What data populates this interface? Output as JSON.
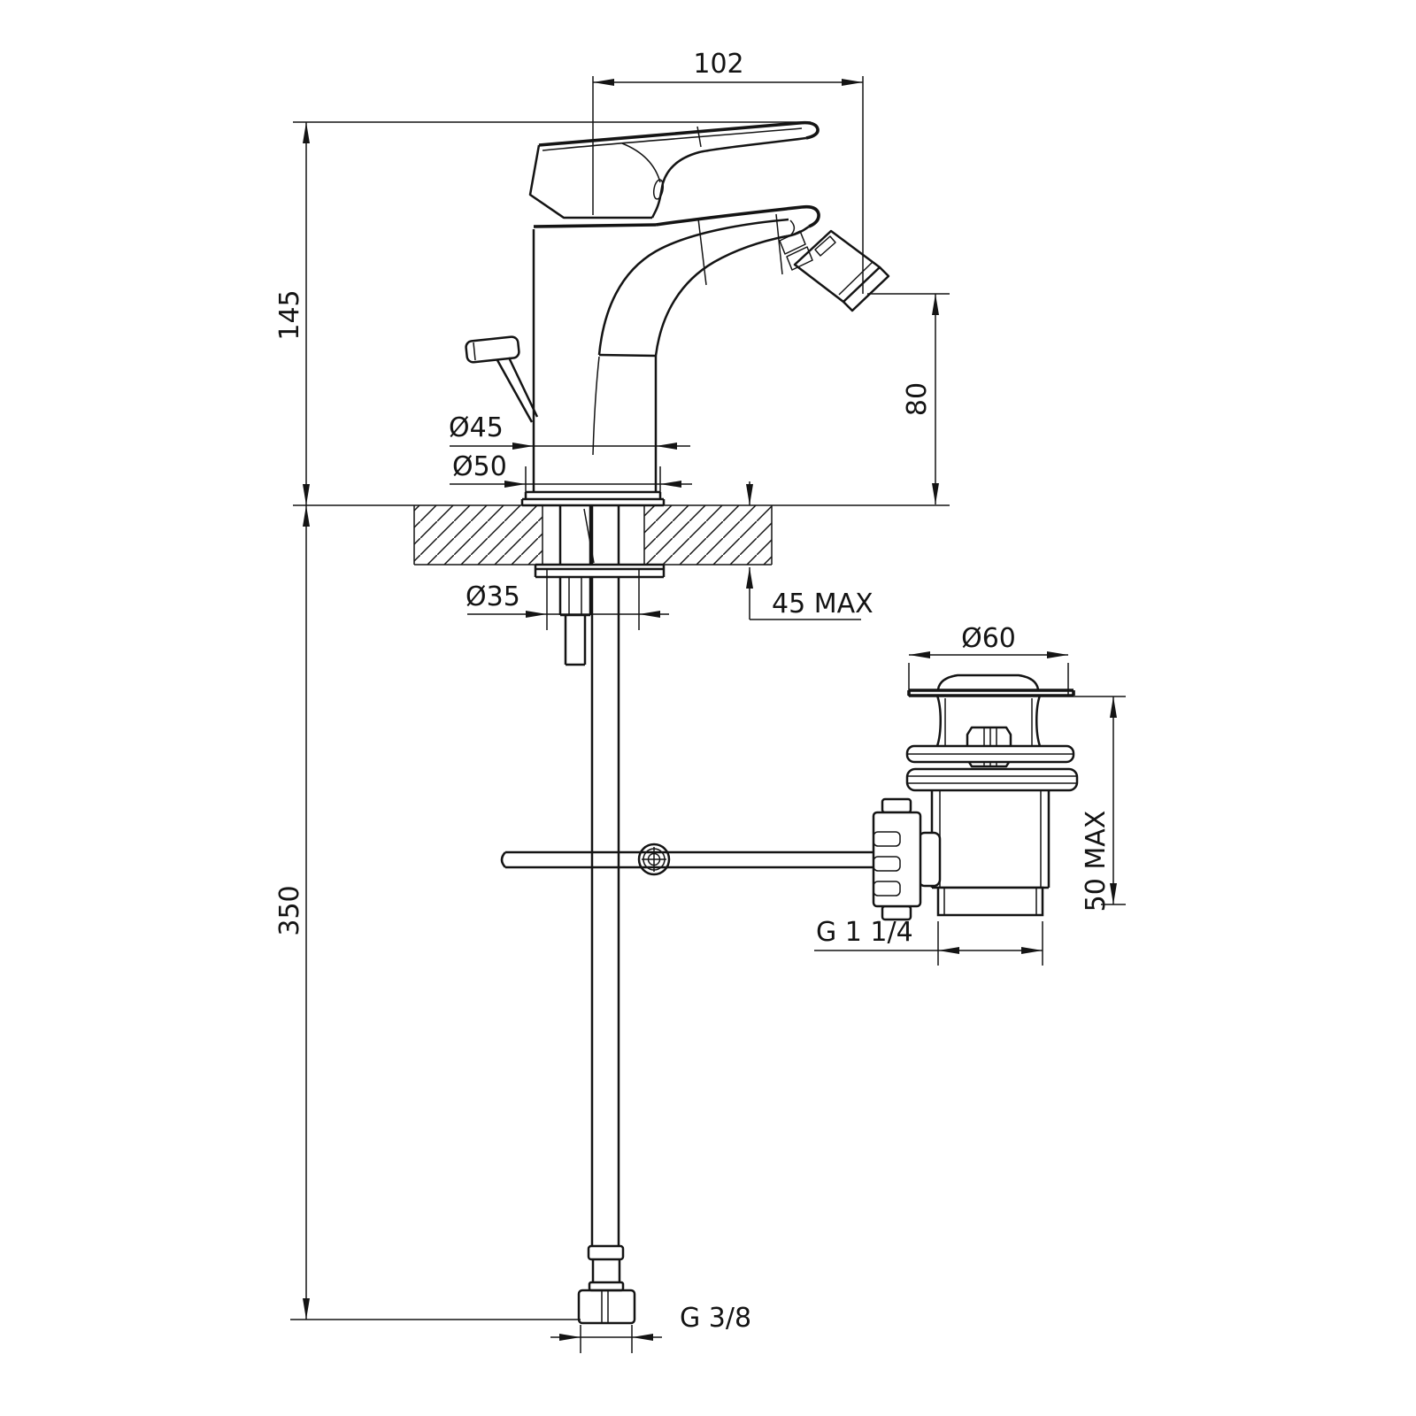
{
  "page": {
    "background": "#ffffff",
    "ink": "#141414"
  },
  "drawing": {
    "type": "installation-dimension-drawing",
    "subject": "single-lever bidet mixer with pop-up waste and supply hose",
    "labels": {
      "spout_reach": "102",
      "body_height": "145",
      "body_diameter": "Ø45",
      "base_diameter": "Ø50",
      "hole_diameter": "Ø35",
      "deck_thickness_max": "45 MAX",
      "spout_height": "80",
      "waste_flange_diameter": "Ø60",
      "waste_deck_max": "50 MAX",
      "waste_thread": "G 1 1/4",
      "hose_length": "350",
      "supply_thread": "G 3/8"
    }
  }
}
